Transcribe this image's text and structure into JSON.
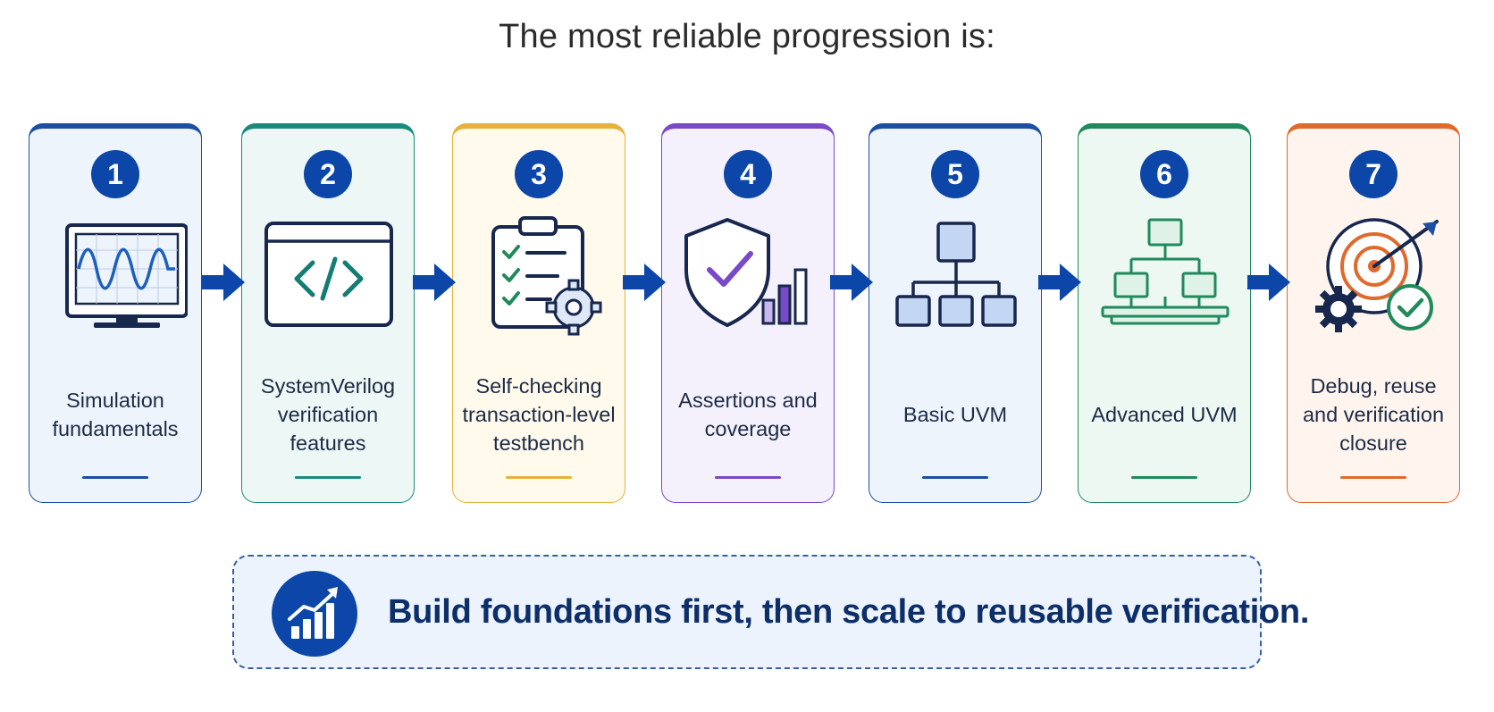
{
  "title": "The most reliable progression is:",
  "steps": [
    {
      "number": "1",
      "label": "Simulation fundamentals",
      "icon": "waveform-monitor-icon",
      "accent": "#1c4ea2",
      "fill": "#eef4fc"
    },
    {
      "number": "2",
      "label": "SystemVerilog verification features",
      "icon": "code-window-icon",
      "accent": "#1a8a7e",
      "fill": "#edf7f6"
    },
    {
      "number": "3",
      "label": "Self-checking transaction-level testbench",
      "icon": "checklist-gear-icon",
      "accent": "#e7b13a",
      "fill": "#fffaeb"
    },
    {
      "number": "4",
      "label": "Assertions and coverage",
      "icon": "shield-check-chart-icon",
      "accent": "#7a49c8",
      "fill": "#f4f0fc"
    },
    {
      "number": "5",
      "label": "Basic UVM",
      "icon": "hierarchy-icon",
      "accent": "#1c4ea2",
      "fill": "#eef4fc"
    },
    {
      "number": "6",
      "label": "Advanced UVM",
      "icon": "layered-hierarchy-icon",
      "accent": "#1f8a5b",
      "fill": "#eef8f2"
    },
    {
      "number": "7",
      "label": "Debug, reuse and verification closure",
      "icon": "target-gear-check-icon",
      "accent": "#df6a2e",
      "fill": "#fff5ee"
    }
  ],
  "arrow_color": "#0b46a8",
  "banner": {
    "text": "Build foundations first, then scale to reusable verification.",
    "icon": "growth-chart-icon",
    "color": "#0b46a8"
  }
}
